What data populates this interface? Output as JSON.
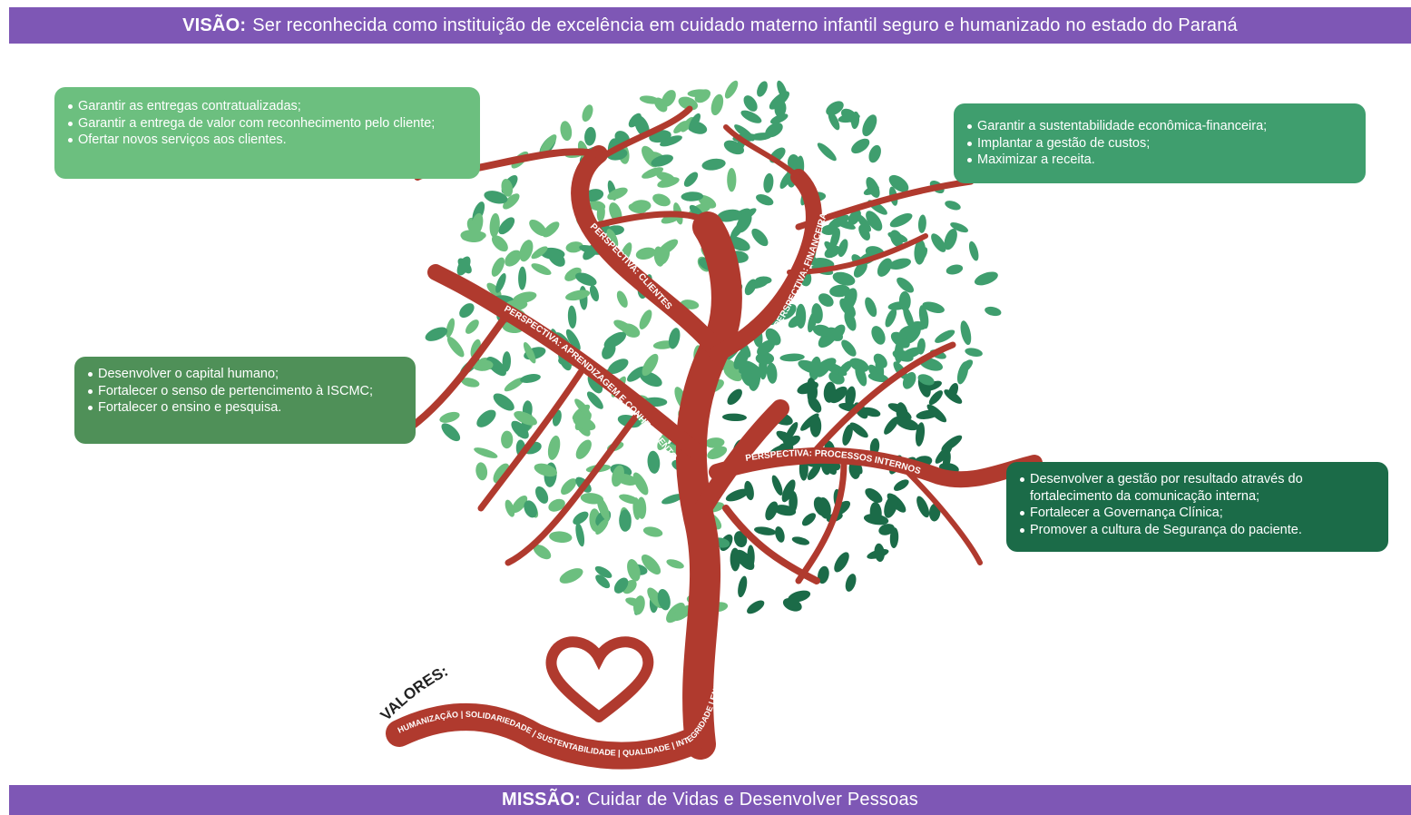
{
  "vision": {
    "label": "VISÃO:",
    "text": "Ser reconhecida como instituição de excelência em cuidado materno infantil seguro e humanizado no estado do Paraná"
  },
  "mission": {
    "label": "MISSÃO:",
    "text": "Cuidar de Vidas e Desenvolver Pessoas"
  },
  "cards": {
    "clients": [
      "Garantir as entregas contratualizadas;",
      "Garantir a entrega de valor com reconhecimento pelo cliente;",
      "Ofertar novos serviços aos clientes."
    ],
    "finance": [
      "Garantir a sustentabilidade econômica-financeira;",
      "Implantar a gestão de custos;",
      "Maximizar a receita."
    ],
    "learning": [
      "Desenvolver o capital humano;",
      "Fortalecer o senso de pertencimento à ISCMC;",
      "Fortalecer o ensino e pesquisa."
    ],
    "processes": [
      "Desenvolver a gestão por resultado através do fortalecimento da comunicação interna;",
      "Fortalecer a Governança Clínica;",
      "Promover a cultura de Segurança do paciente."
    ]
  },
  "branches": {
    "clients": "PERSPECTIVA: CLIENTES",
    "finance": "PERSPECTIVA: FINANCEIRA",
    "learning": "PERSPECTIVA: APRENDIZAGEM E CONHECIMENTO",
    "processes": "PERSPECTIVA: PROCESSOS INTERNOS"
  },
  "values": {
    "title": "VALORES:",
    "ribbon": "HUMANIZAÇÃO | SOLIDARIEDADE | SUSTENTABILIDADE | QUALIDADE | INTEGRIDADE | ENSINO"
  },
  "colors": {
    "band": "#7e57b5",
    "trunk": "#b03a2e",
    "leaf_light": "#6cbf7f",
    "leaf_mid": "#3f9e6e",
    "leaf_dark": "#1b6b48"
  }
}
